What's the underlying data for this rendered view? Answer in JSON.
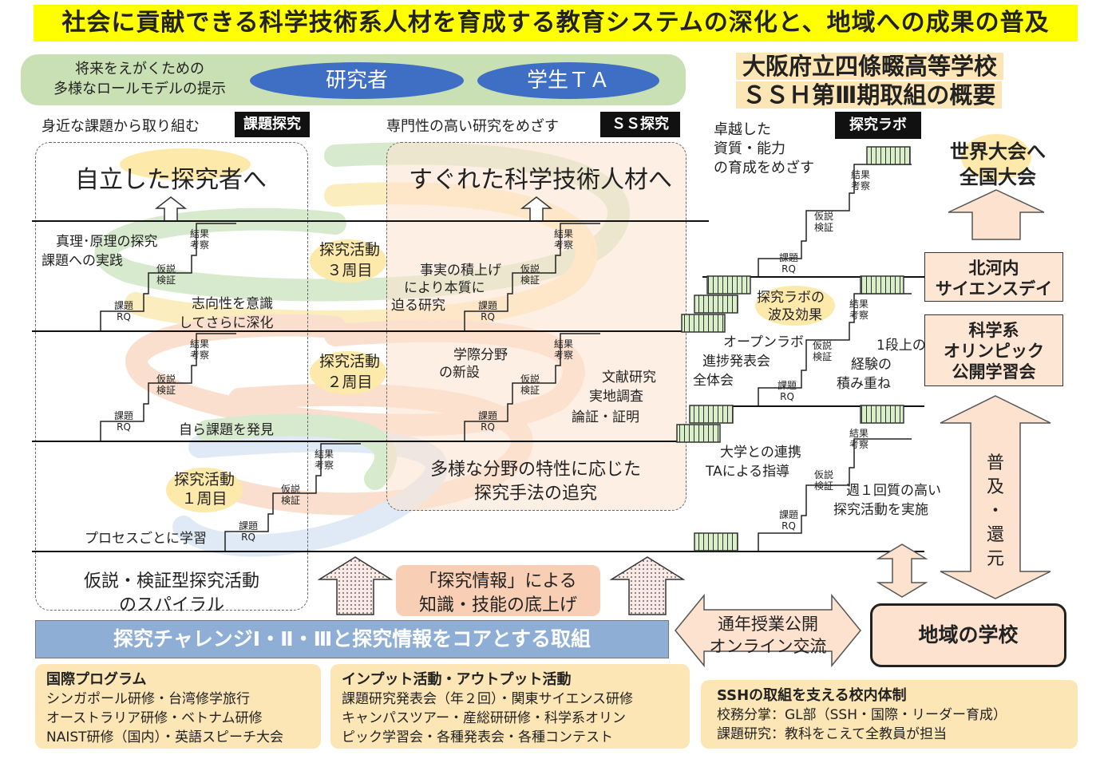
{
  "title": "社会に貢献できる科学技術系人材を育成する教育システムの深化と、地域への成果の普及",
  "school": {
    "line1": "大阪府立四條畷高等学校",
    "line2": "ＳＳＨ第Ⅲ期取組の概要"
  },
  "role_model": {
    "text1": "将来をえがくための",
    "text2": "多様なロールモデルの提示",
    "researcher": "研究者",
    "student_ta": "学生ＴＡ"
  },
  "kadai": {
    "caption": "身近な課題から取り組む",
    "label": "課題探究",
    "goal": "自立した探究者へ",
    "note_top1": "真理･原理の探究",
    "note_top2": "課題への実践",
    "note_mid1": "志向性を意識",
    "note_mid2": "してさらに深化",
    "note_low": "自ら課題を発見",
    "bottom1": "仮説・検証型探究活動",
    "bottom2": "のスパイラル"
  },
  "ss": {
    "caption": "専門性の高い研究をめざす",
    "label": "ＳＳ探究",
    "goal": "すぐれた科学技術人材へ",
    "note_top1": "事実の積上げ",
    "note_top2": "により本質に",
    "note_top3": "迫る研究",
    "note_mid1": "学際分野",
    "note_mid2": "の新設",
    "method1": "文献研究",
    "method2": "実地調査",
    "method3": "論証・証明",
    "bottom1": "多様な分野の特性に応じた",
    "bottom2": "探究手法の追究"
  },
  "cycles": {
    "c3a": "探究活動",
    "c3b": "３周目",
    "c2a": "探究活動",
    "c2b": "２周目",
    "c1a": "探究活動",
    "c1b": "１周目",
    "process": "プロセスごとに学習"
  },
  "stairs": {
    "rq1": "課題",
    "rq2": "RQ",
    "hyp1": "仮説",
    "hyp2": "検証",
    "res1": "結果",
    "res2": "考察"
  },
  "lab": {
    "label": "探究ラボ",
    "aim1": "卓越した",
    "aim2": "資質・能力",
    "aim3": "の育成をめざす",
    "spread1": "探究ラボの",
    "spread2": "波及効果",
    "open1": "オープンラボ",
    "open2": "進捗発表会",
    "open3": "全体会",
    "step1": "1段上の",
    "step2": "経験の",
    "step3": "積み重ね",
    "univ1": "大学との連携",
    "univ2": "TAによる指導",
    "weekly1": "週１回質の高い",
    "weekly2": "探究活動を実施"
  },
  "world": {
    "line1": "世界大会へ",
    "line2": "全国大会"
  },
  "events": {
    "kitakawachi1": "北河内",
    "kitakawachi2": "サイエンスデイ",
    "olympic1": "科学系",
    "olympic2": "オリンピック",
    "olympic3": "公開学習会"
  },
  "spread_label": {
    "a": "普",
    "b": "及",
    "c": "・",
    "d": "還",
    "e": "元"
  },
  "info": {
    "line1": "「探究情報」による",
    "line2": "知識・技能の底上げ"
  },
  "core": "探究チャレンジⅠ・Ⅱ・Ⅲと探究情報をコアとする取組",
  "exchange": {
    "line1": "通年授業公開",
    "line2": "オンライン交流"
  },
  "local_school": "地域の学校",
  "intl": {
    "heading": "国際プログラム",
    "l1": "シンガポール研修・台湾修学旅行",
    "l2": "オーストラリア研修・ベトナム研修",
    "l3": "NAIST研修（国内）・英語スピーチ大会"
  },
  "io": {
    "heading": "インプット活動・アウトプット活動",
    "l1": "課題研究発表会（年２回）・関東サイエンス研修",
    "l2": "キャンパスツアー・産総研研修・科学系オリン",
    "l3": "ピック学習会・各種発表会・各種コンテスト"
  },
  "support": {
    "heading": "SSHの取組を支える校内体制",
    "l1": "校務分掌：GL部（SSH・国際・リーダー育成）",
    "l2": "課題研究：教科をこえて全教員が担当"
  },
  "colors": {
    "title_bg": "#ffff00",
    "role_bg": "#c9e0b4",
    "ellipse": "#3f6fc4",
    "core_bg": "#8faed6",
    "peach": "#fde2cf",
    "yellow_box": "#fde6b5"
  }
}
